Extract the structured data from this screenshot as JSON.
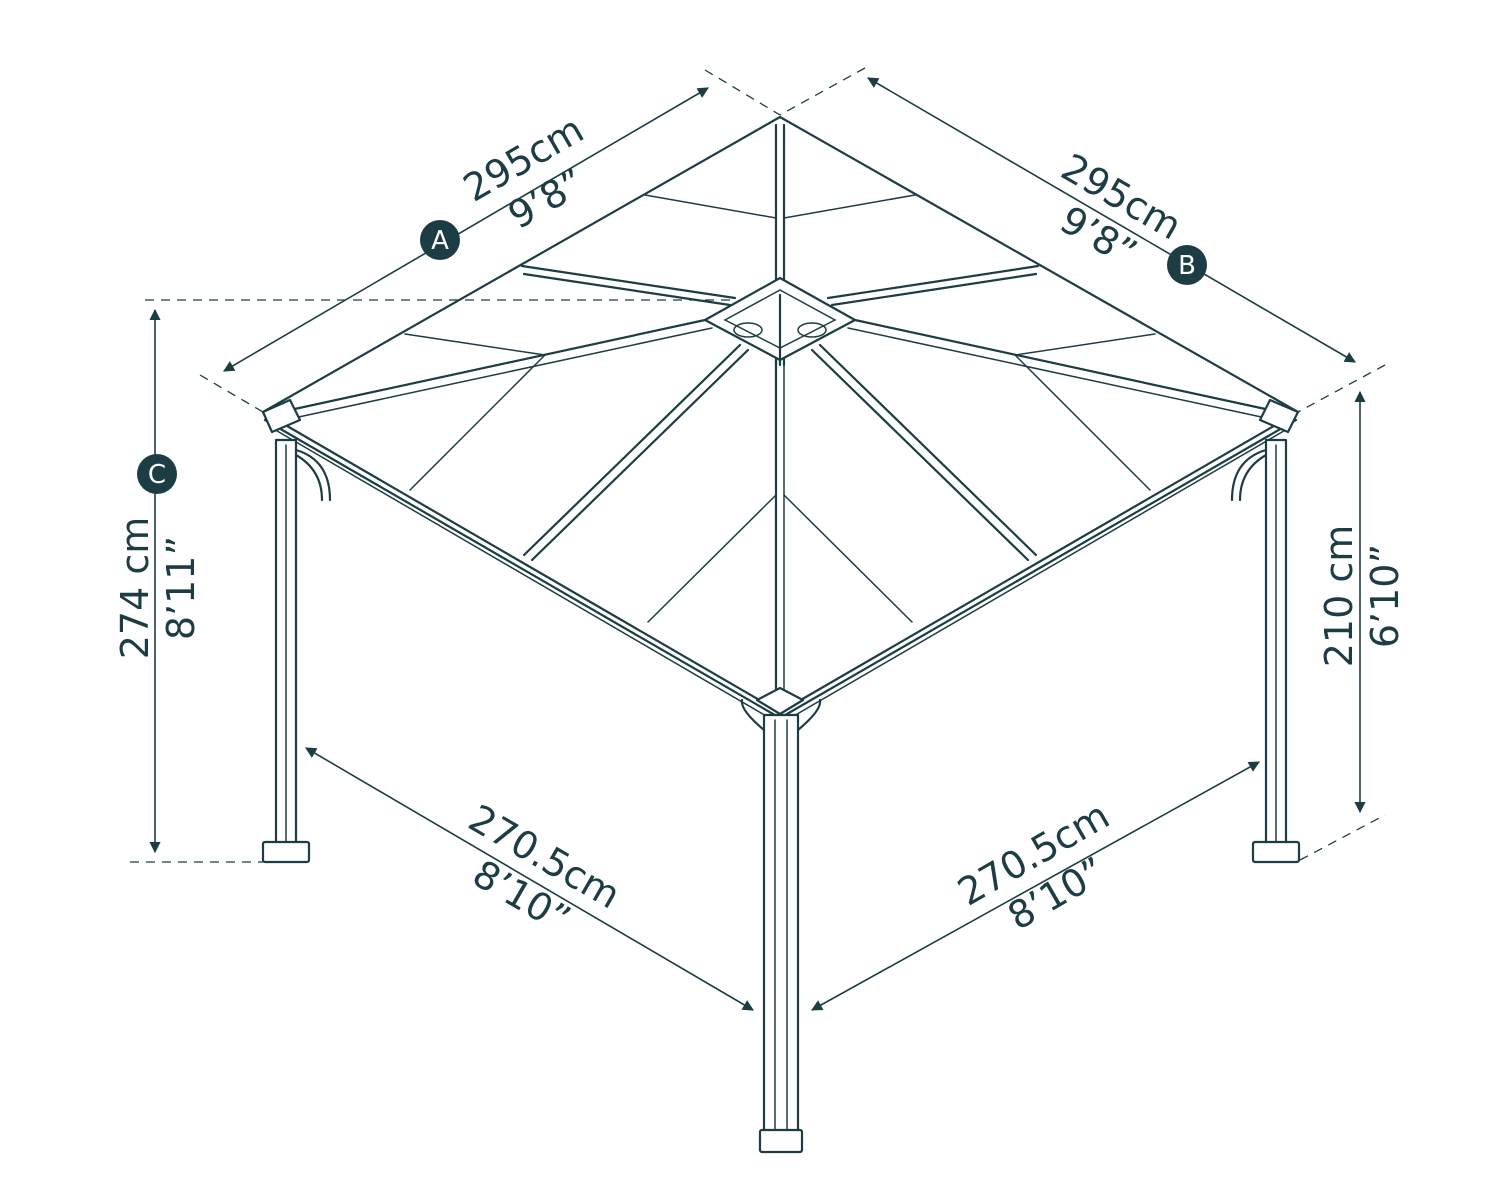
{
  "colors": {
    "line": "#1d3d45",
    "background": "#ffffff"
  },
  "dimensions": {
    "a": {
      "badge": "A",
      "metric": "295cm",
      "imperial": "9’8”"
    },
    "b": {
      "badge": "B",
      "metric": "295cm",
      "imperial": "9’8”"
    },
    "c": {
      "badge": "C",
      "metric": "274 cm",
      "imperial": "8’11”"
    },
    "side_height": {
      "metric": "210 cm",
      "imperial": "6’10”"
    },
    "front_left": {
      "metric": "270.5cm",
      "imperial": "8’10”"
    },
    "front_right": {
      "metric": "270.5cm",
      "imperial": "8’10”"
    }
  }
}
